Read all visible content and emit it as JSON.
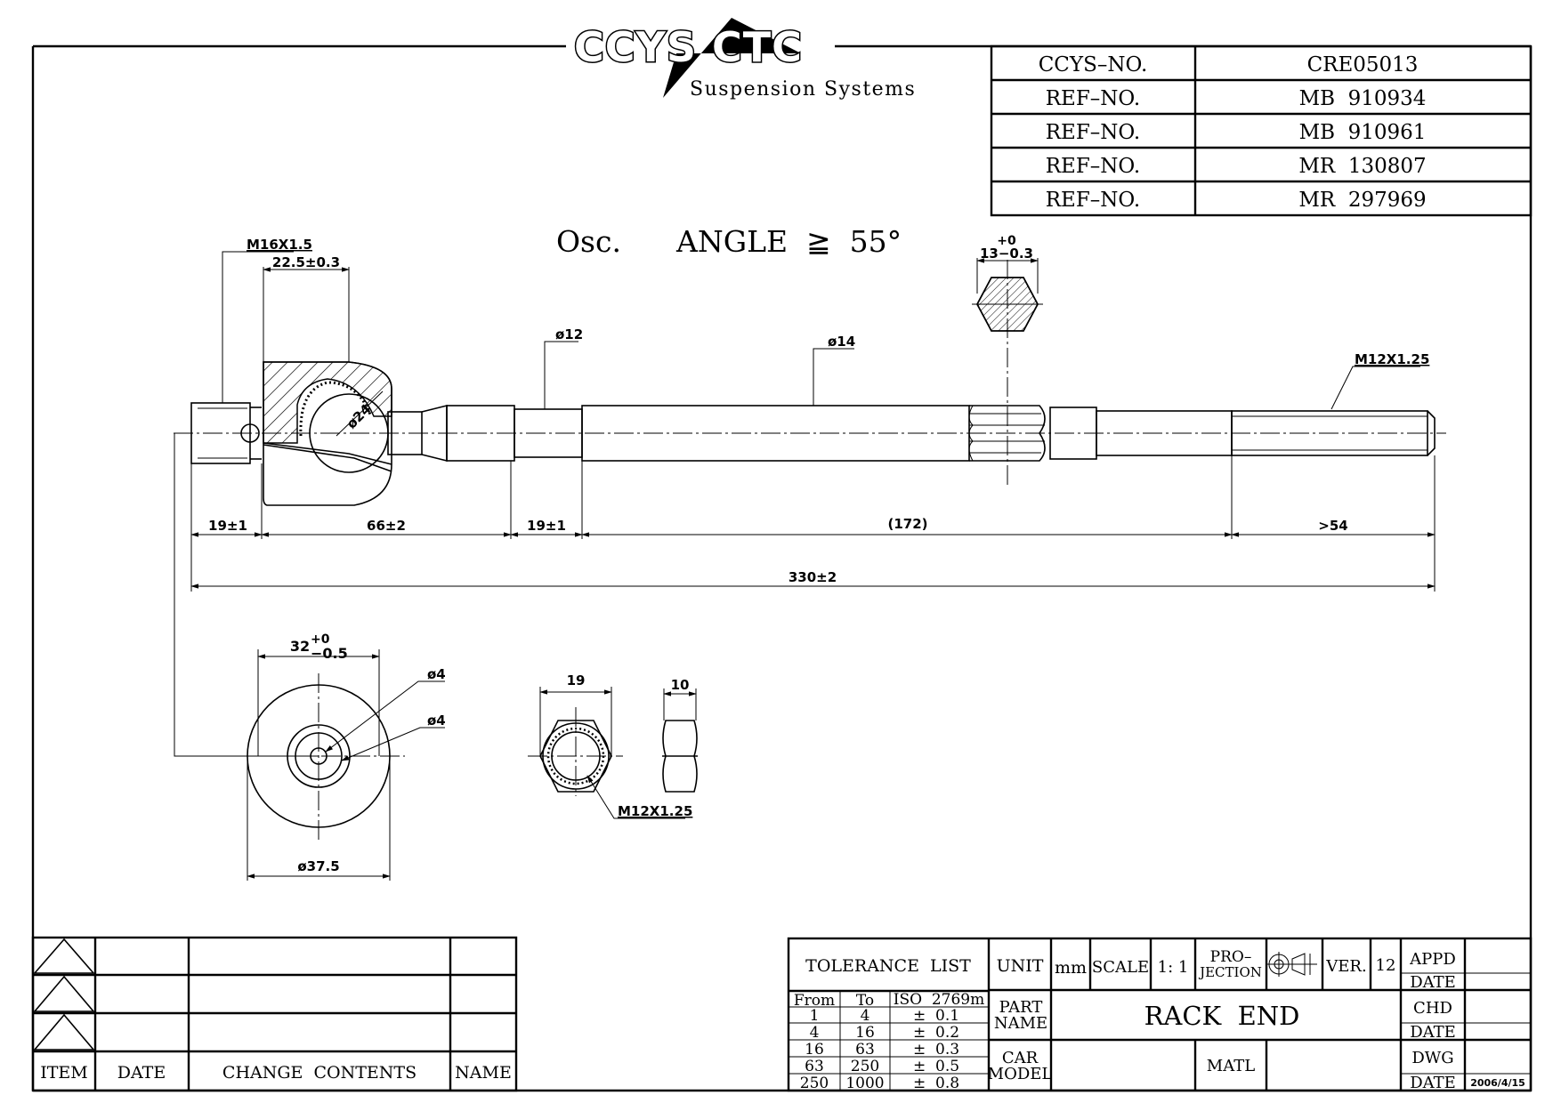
{
  "logo": {
    "brand": "CCYS CTC",
    "tagline": "Suspension Systems"
  },
  "ref_table": [
    {
      "label": "CCYS–NO.",
      "value": "CRE05013"
    },
    {
      "label": "REF–NO.",
      "value": "MB  910934"
    },
    {
      "label": "REF–NO.",
      "value": "MB  910961"
    },
    {
      "label": "REF–NO.",
      "value": "MR  130807"
    },
    {
      "label": "REF–NO.",
      "value": "MR  297969"
    }
  ],
  "angle_note": {
    "prefix": "Osc.",
    "text": "ANGLE  ≧  55°"
  },
  "dimensions": {
    "thread_left": "M16X1.5",
    "ball_width": "22.5±0.3",
    "dia_12": "ø12",
    "dia_14": "ø14",
    "thread_right": "M12X1.25",
    "ball_dia": "ø24",
    "hex_top_plus": "+0",
    "hex_top": "13−0.3",
    "len_a": "19±1",
    "len_b": "66±2",
    "len_c": "19±1",
    "len_d": "(172)",
    "len_e": ">54",
    "total": "330±2",
    "housing_w_base": "32",
    "housing_w_tol_top": "+0",
    "housing_w_tol_bot": "−0.5",
    "hole_a": "ø4",
    "hole_b": "ø4",
    "housing_dia": "ø37.5",
    "nut_width": "19",
    "nut_thick": "10",
    "nut_thread": "M12X1.25"
  },
  "revision_block": {
    "headers": [
      "ITEM",
      "DATE",
      "CHANGE  CONTENTS",
      "NAME"
    ]
  },
  "title_block": {
    "tolerance_title": "TOLERANCE  LIST",
    "tol_headers": [
      "From",
      "To",
      "ISO  2769m"
    ],
    "tol_rows": [
      [
        "1",
        "4",
        "±  0.1"
      ],
      [
        "4",
        "16",
        "±  0.2"
      ],
      [
        "16",
        "63",
        "±  0.3"
      ],
      [
        "63",
        "250",
        "±  0.5"
      ],
      [
        "250",
        "1000",
        "±  0.8"
      ]
    ],
    "unit_label": "UNIT",
    "unit_value": "mm",
    "scale_label": "SCALE",
    "scale_value": "1: 1",
    "projection_l1": "PRO–",
    "projection_l2": "JECTION",
    "ver_label": "VER.",
    "ver_value": "12",
    "part_name_l1": "PART",
    "part_name_l2": "NAME",
    "part_name_value": "RACK  END",
    "car_model_l1": "CAR",
    "car_model_l2": "MODEL",
    "matl_label": "MATL",
    "appd": "APPD",
    "chd": "CHD",
    "dwg": "DWG",
    "date": "DATE",
    "dwg_date": "2006/4/15"
  }
}
